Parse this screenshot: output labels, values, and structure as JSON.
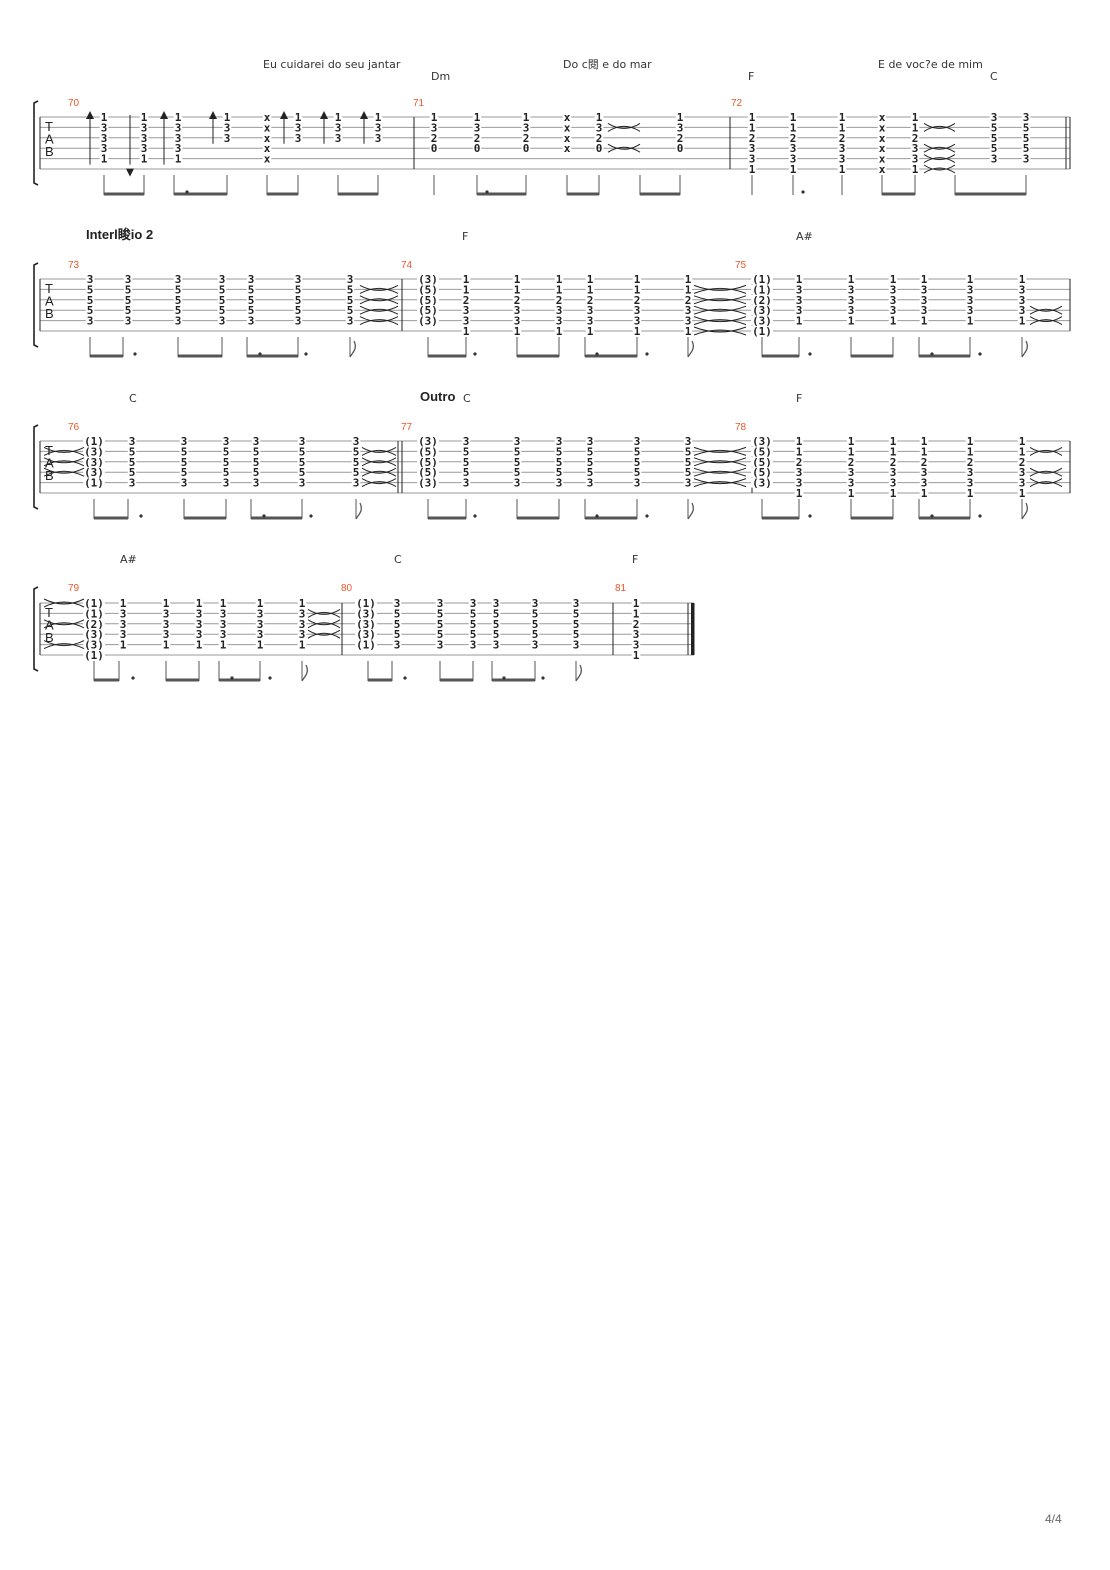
{
  "page_number": "4/4",
  "tab_clef": [
    "T",
    "A",
    "B"
  ],
  "systems": [
    {
      "lyrics": [
        "Eu cuidarei do seu jantar",
        "Do c閱 e do mar",
        "E de voc?e de mim"
      ],
      "chords": [
        "Dm",
        "F",
        "C"
      ],
      "sections": [],
      "measures": [
        "70",
        "71",
        "72"
      ],
      "beats": [
        {
          "frets": [
            "1",
            "3",
            "3",
            "3",
            "1",
            ""
          ],
          "stroke": "up"
        },
        {
          "frets": [
            "1",
            "3",
            "3",
            "3",
            "1",
            ""
          ],
          "stroke": "down"
        },
        {
          "frets": [
            "1",
            "3",
            "3",
            "3",
            "1",
            ""
          ],
          "stroke": "up"
        },
        {
          "frets": [
            "1",
            "3",
            "3",
            "",
            "",
            ""
          ],
          "stroke": "up"
        },
        {
          "frets": [
            "x",
            "x",
            "x",
            "x",
            "x",
            ""
          ],
          "stroke": ""
        },
        {
          "frets": [
            "1",
            "3",
            "3",
            "",
            "",
            ""
          ],
          "stroke": "up"
        },
        {
          "frets": [
            "1",
            "3",
            "3",
            "",
            "",
            ""
          ],
          "stroke": "up"
        },
        {
          "frets": [
            "1",
            "3",
            "3",
            "",
            "",
            ""
          ],
          "stroke": "up"
        },
        {
          "frets": [
            "1",
            "3",
            "2",
            "0",
            "",
            ""
          ],
          "stroke": ""
        },
        {
          "frets": [
            "1",
            "3",
            "2",
            "0",
            "",
            ""
          ],
          "stroke": ""
        },
        {
          "frets": [
            "1",
            "3",
            "2",
            "0",
            "",
            ""
          ],
          "stroke": ""
        },
        {
          "frets": [
            "x",
            "x",
            "x",
            "x",
            "",
            ""
          ],
          "stroke": ""
        },
        {
          "frets": [
            "1",
            "3",
            "2",
            "0",
            "",
            ""
          ],
          "stroke": ""
        },
        {
          "frets": [
            "1",
            "3",
            "2",
            "0",
            "",
            ""
          ],
          "stroke": ""
        },
        {
          "frets": [
            "1",
            "1",
            "2",
            "3",
            "3",
            "1"
          ],
          "stroke": ""
        },
        {
          "frets": [
            "1",
            "1",
            "2",
            "3",
            "3",
            "1"
          ],
          "stroke": ""
        },
        {
          "frets": [
            "1",
            "1",
            "2",
            "3",
            "3",
            "1"
          ],
          "stroke": ""
        },
        {
          "frets": [
            "x",
            "x",
            "x",
            "x",
            "x",
            "x"
          ],
          "stroke": ""
        },
        {
          "frets": [
            "1",
            "1",
            "2",
            "3",
            "3",
            "1"
          ],
          "stroke": ""
        },
        {
          "frets": [
            "3",
            "5",
            "5",
            "5",
            "3",
            ""
          ],
          "stroke": ""
        },
        {
          "frets": [
            "3",
            "5",
            "5",
            "5",
            "3",
            ""
          ],
          "stroke": ""
        }
      ]
    },
    {
      "lyrics": [],
      "chords": [
        "F",
        "A#"
      ],
      "sections": [
        "Interl睃io 2"
      ],
      "measures": [
        "73",
        "74",
        "75"
      ],
      "beats": [
        {
          "frets": [
            "3",
            "5",
            "5",
            "5",
            "3",
            ""
          ],
          "stroke": ""
        },
        {
          "frets": [
            "3",
            "5",
            "5",
            "5",
            "3",
            ""
          ],
          "stroke": ""
        },
        {
          "frets": [
            "3",
            "5",
            "5",
            "5",
            "3",
            ""
          ],
          "stroke": ""
        },
        {
          "frets": [
            "3",
            "5",
            "5",
            "5",
            "3",
            ""
          ],
          "stroke": ""
        },
        {
          "frets": [
            "3",
            "5",
            "5",
            "5",
            "3",
            ""
          ],
          "stroke": ""
        },
        {
          "frets": [
            "3",
            "5",
            "5",
            "5",
            "3",
            ""
          ],
          "stroke": ""
        },
        {
          "frets": [
            "3",
            "5",
            "5",
            "5",
            "3",
            ""
          ],
          "stroke": ""
        },
        {
          "frets": [
            "(3)",
            "(5)",
            "(5)",
            "(5)",
            "(3)",
            ""
          ],
          "stroke": ""
        },
        {
          "frets": [
            "1",
            "1",
            "2",
            "3",
            "3",
            "1"
          ],
          "stroke": ""
        },
        {
          "frets": [
            "1",
            "1",
            "2",
            "3",
            "3",
            "1"
          ],
          "stroke": ""
        },
        {
          "frets": [
            "1",
            "1",
            "2",
            "3",
            "3",
            "1"
          ],
          "stroke": ""
        },
        {
          "frets": [
            "1",
            "1",
            "2",
            "3",
            "3",
            "1"
          ],
          "stroke": ""
        },
        {
          "frets": [
            "1",
            "1",
            "2",
            "3",
            "3",
            "1"
          ],
          "stroke": ""
        },
        {
          "frets": [
            "1",
            "1",
            "2",
            "3",
            "3",
            "1"
          ],
          "stroke": ""
        },
        {
          "frets": [
            "(1)",
            "(1)",
            "(2)",
            "(3)",
            "(3)",
            "(1)"
          ],
          "stroke": ""
        },
        {
          "frets": [
            "1",
            "3",
            "3",
            "3",
            "1",
            ""
          ],
          "stroke": ""
        },
        {
          "frets": [
            "1",
            "3",
            "3",
            "3",
            "1",
            ""
          ],
          "stroke": ""
        },
        {
          "frets": [
            "1",
            "3",
            "3",
            "3",
            "1",
            ""
          ],
          "stroke": ""
        },
        {
          "frets": [
            "1",
            "3",
            "3",
            "3",
            "1",
            ""
          ],
          "stroke": ""
        },
        {
          "frets": [
            "1",
            "3",
            "3",
            "3",
            "1",
            ""
          ],
          "stroke": ""
        },
        {
          "frets": [
            "1",
            "3",
            "3",
            "3",
            "1",
            ""
          ],
          "stroke": ""
        }
      ]
    },
    {
      "lyrics": [],
      "chords": [
        "C",
        "C",
        "F"
      ],
      "sections": [
        "Outro"
      ],
      "measures": [
        "76",
        "77",
        "78"
      ],
      "beats": [
        {
          "frets": [
            "(1)",
            "(3)",
            "(3)",
            "(3)",
            "(1)",
            ""
          ],
          "stroke": ""
        },
        {
          "frets": [
            "3",
            "5",
            "5",
            "5",
            "3",
            ""
          ],
          "stroke": ""
        },
        {
          "frets": [
            "3",
            "5",
            "5",
            "5",
            "3",
            ""
          ],
          "stroke": ""
        },
        {
          "frets": [
            "3",
            "5",
            "5",
            "5",
            "3",
            ""
          ],
          "stroke": ""
        },
        {
          "frets": [
            "3",
            "5",
            "5",
            "5",
            "3",
            ""
          ],
          "stroke": ""
        },
        {
          "frets": [
            "3",
            "5",
            "5",
            "5",
            "3",
            ""
          ],
          "stroke": ""
        },
        {
          "frets": [
            "3",
            "5",
            "5",
            "5",
            "3",
            ""
          ],
          "stroke": ""
        },
        {
          "frets": [
            "(3)",
            "(5)",
            "(5)",
            "(5)",
            "(3)",
            ""
          ],
          "stroke": ""
        },
        {
          "frets": [
            "3",
            "5",
            "5",
            "5",
            "3",
            ""
          ],
          "stroke": ""
        },
        {
          "frets": [
            "3",
            "5",
            "5",
            "5",
            "3",
            ""
          ],
          "stroke": ""
        },
        {
          "frets": [
            "3",
            "5",
            "5",
            "5",
            "3",
            ""
          ],
          "stroke": ""
        },
        {
          "frets": [
            "3",
            "5",
            "5",
            "5",
            "3",
            ""
          ],
          "stroke": ""
        },
        {
          "frets": [
            "3",
            "5",
            "5",
            "5",
            "3",
            ""
          ],
          "stroke": ""
        },
        {
          "frets": [
            "3",
            "5",
            "5",
            "5",
            "3",
            ""
          ],
          "stroke": ""
        },
        {
          "frets": [
            "(3)",
            "(5)",
            "(5)",
            "(5)",
            "(3)",
            ""
          ],
          "stroke": ""
        },
        {
          "frets": [
            "1",
            "1",
            "2",
            "3",
            "3",
            "1"
          ],
          "stroke": ""
        },
        {
          "frets": [
            "1",
            "1",
            "2",
            "3",
            "3",
            "1"
          ],
          "stroke": ""
        },
        {
          "frets": [
            "1",
            "1",
            "2",
            "3",
            "3",
            "1"
          ],
          "stroke": ""
        },
        {
          "frets": [
            "1",
            "1",
            "2",
            "3",
            "3",
            "1"
          ],
          "stroke": ""
        },
        {
          "frets": [
            "1",
            "1",
            "2",
            "3",
            "3",
            "1"
          ],
          "stroke": ""
        },
        {
          "frets": [
            "1",
            "1",
            "2",
            "3",
            "3",
            "1"
          ],
          "stroke": ""
        }
      ]
    },
    {
      "lyrics": [],
      "chords": [
        "A#",
        "C",
        "F"
      ],
      "sections": [],
      "measures": [
        "79",
        "80",
        "81"
      ],
      "beats": [
        {
          "frets": [
            "(1)",
            "(1)",
            "(2)",
            "(3)",
            "(3)",
            "(1)"
          ],
          "stroke": ""
        },
        {
          "frets": [
            "1",
            "3",
            "3",
            "3",
            "1",
            ""
          ],
          "stroke": ""
        },
        {
          "frets": [
            "1",
            "3",
            "3",
            "3",
            "1",
            ""
          ],
          "stroke": ""
        },
        {
          "frets": [
            "1",
            "3",
            "3",
            "3",
            "1",
            ""
          ],
          "stroke": ""
        },
        {
          "frets": [
            "1",
            "3",
            "3",
            "3",
            "1",
            ""
          ],
          "stroke": ""
        },
        {
          "frets": [
            "1",
            "3",
            "3",
            "3",
            "1",
            ""
          ],
          "stroke": ""
        },
        {
          "frets": [
            "1",
            "3",
            "3",
            "3",
            "1",
            ""
          ],
          "stroke": ""
        },
        {
          "frets": [
            "(1)",
            "(3)",
            "(3)",
            "(3)",
            "(1)",
            ""
          ],
          "stroke": ""
        },
        {
          "frets": [
            "3",
            "5",
            "5",
            "5",
            "3",
            ""
          ],
          "stroke": ""
        },
        {
          "frets": [
            "3",
            "5",
            "5",
            "5",
            "3",
            ""
          ],
          "stroke": ""
        },
        {
          "frets": [
            "3",
            "5",
            "5",
            "5",
            "3",
            ""
          ],
          "stroke": ""
        },
        {
          "frets": [
            "3",
            "5",
            "5",
            "5",
            "3",
            ""
          ],
          "stroke": ""
        },
        {
          "frets": [
            "3",
            "5",
            "5",
            "5",
            "3",
            ""
          ],
          "stroke": ""
        },
        {
          "frets": [
            "3",
            "5",
            "5",
            "5",
            "3",
            ""
          ],
          "stroke": ""
        },
        {
          "frets": [
            "1",
            "1",
            "2",
            "3",
            "3",
            "1"
          ],
          "stroke": ""
        }
      ]
    }
  ]
}
